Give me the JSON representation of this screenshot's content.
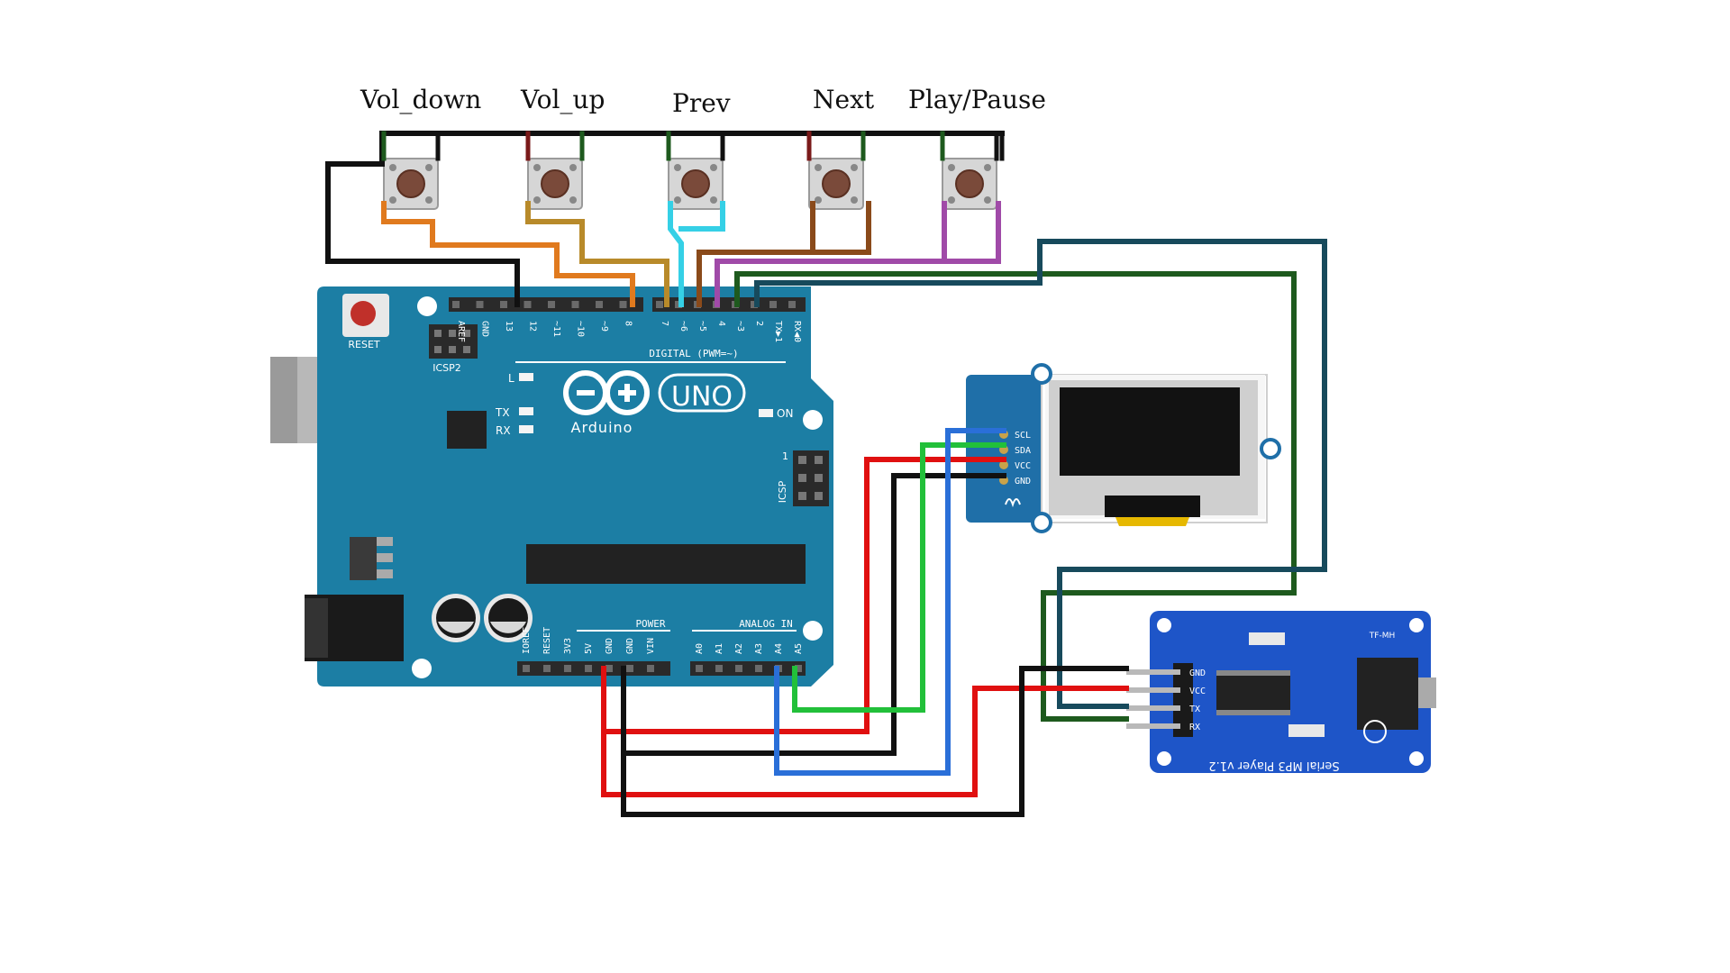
{
  "buttons": [
    {
      "label": "Vol_down"
    },
    {
      "label": "Vol_up"
    },
    {
      "label": "Prev"
    },
    {
      "label": "Next"
    },
    {
      "label": "Play/Pause"
    }
  ],
  "arduino": {
    "reset_label": "RESET",
    "icsp2_label": "ICSP2",
    "icsp_label": "ICSP",
    "icsp_pin1": "1",
    "l_label": "L",
    "tx_label": "TX",
    "rx_label": "RX",
    "on_label": "ON",
    "logo_text": "Arduino",
    "uno_text": "UNO",
    "digital_label": "DIGITAL (PWM=~)",
    "power_label": "POWER",
    "analog_label": "ANALOG IN",
    "digital_pins": [
      "AREF",
      "GND",
      "13",
      "12",
      "~11",
      "~10",
      "~9",
      "8",
      "7",
      "~6",
      "~5",
      "4",
      "~3",
      "2",
      "TX▶1",
      "RX◀0"
    ],
    "power_pins": [
      "IOREF",
      "RESET",
      "3V3",
      "5V",
      "GND",
      "GND",
      "VIN"
    ],
    "analog_pins": [
      "A0",
      "A1",
      "A2",
      "A3",
      "A4",
      "A5"
    ]
  },
  "oled": {
    "pins": [
      "SCL",
      "SDA",
      "VCC",
      "GND"
    ]
  },
  "mp3": {
    "pins": [
      "GND",
      "VCC",
      "TX",
      "RX"
    ],
    "title": "Serial MP3 Player v1.2",
    "brand": "TF-MH"
  },
  "colors": {
    "board": "#1c7ea4",
    "oled_board": "#1f6fa8",
    "mp3_board": "#1e55c8",
    "wire_black": "#111111",
    "wire_red": "#e01010",
    "wire_green": "#22c03a",
    "wire_blue": "#2a6fd8",
    "wire_dark_green": "#1e5a1e",
    "wire_dark_teal": "#174a5c",
    "wire_orange": "#e07a1e",
    "wire_olive": "#b88a2a",
    "wire_cyan": "#35d0e6",
    "wire_brown": "#8a4a1a",
    "wire_purple": "#a04aa8"
  }
}
